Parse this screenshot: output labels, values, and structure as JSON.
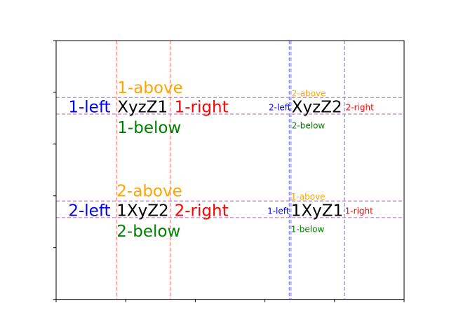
{
  "chart_data": {
    "type": "scatter",
    "title": "",
    "xlabel": "",
    "ylabel": "",
    "xlim": [
      0,
      1
    ],
    "ylim": [
      0,
      1
    ],
    "xtick_values": [
      0,
      0.2,
      0.4,
      0.6,
      0.8,
      1.0
    ],
    "ytick_values": [
      0,
      0.2,
      0.4,
      0.6,
      0.8,
      1.0
    ],
    "tick_labels_visible": false,
    "grid": false,
    "annotations": [
      {
        "id": "a1",
        "text": "XyzZ1",
        "color": "#000000",
        "size": "large",
        "x": 0.176,
        "y": 0.74
      },
      {
        "id": "a2",
        "text": "1XyZ2",
        "color": "#000000",
        "size": "large",
        "x": 0.174,
        "y": 0.34
      },
      {
        "id": "b1",
        "text": "XyzZ2",
        "color": "#000000",
        "size": "large",
        "x": 0.677,
        "y": 0.74
      },
      {
        "id": "b2",
        "text": "1XyZ1",
        "color": "#000000",
        "size": "large",
        "x": 0.675,
        "y": 0.34
      }
    ],
    "labels": [
      {
        "text": "1-above",
        "color": "#ffa500",
        "size": "large",
        "x": 0.176,
        "y": 0.815
      },
      {
        "text": "1-left",
        "color": "#0000ff",
        "size": "large",
        "x": 0.035,
        "y": 0.74
      },
      {
        "text": "1-right",
        "color": "#ff0000",
        "size": "large",
        "x": 0.34,
        "y": 0.74
      },
      {
        "text": "1-below",
        "color": "#008000",
        "size": "large",
        "x": 0.176,
        "y": 0.66
      },
      {
        "text": "2-above",
        "color": "#ffa500",
        "size": "large",
        "x": 0.174,
        "y": 0.415
      },
      {
        "text": "2-left",
        "color": "#0000ff",
        "size": "large",
        "x": 0.035,
        "y": 0.34
      },
      {
        "text": "2-right",
        "color": "#ff0000",
        "size": "large",
        "x": 0.34,
        "y": 0.34
      },
      {
        "text": "2-below",
        "color": "#008000",
        "size": "large",
        "x": 0.174,
        "y": 0.26
      },
      {
        "text": "2-above",
        "color": "#ffa500",
        "size": "small",
        "x": 0.677,
        "y": 0.795
      },
      {
        "text": "2-left",
        "color": "#0000ff",
        "size": "small",
        "x": 0.611,
        "y": 0.74
      },
      {
        "text": "2-right",
        "color": "#ff0000",
        "size": "small",
        "x": 0.832,
        "y": 0.74
      },
      {
        "text": "2-below",
        "color": "#008000",
        "size": "small",
        "x": 0.677,
        "y": 0.67
      },
      {
        "text": "1-above",
        "color": "#ffa500",
        "size": "small",
        "x": 0.675,
        "y": 0.395
      },
      {
        "text": "1-left",
        "color": "#0000ff",
        "size": "small",
        "x": 0.607,
        "y": 0.34
      },
      {
        "text": "1-right",
        "color": "#ff0000",
        "size": "small",
        "x": 0.83,
        "y": 0.34
      },
      {
        "text": "1-below",
        "color": "#008000",
        "size": "small",
        "x": 0.675,
        "y": 0.27
      }
    ],
    "reference_lines": [
      {
        "orientation": "vertical",
        "value": 0.174,
        "color": "#ff7f7f"
      },
      {
        "orientation": "vertical",
        "value": 0.328,
        "color": "#ff7f7f"
      },
      {
        "orientation": "vertical",
        "value": 0.67,
        "color": "#7f7fff"
      },
      {
        "orientation": "vertical",
        "value": 0.675,
        "color": "#7f7fff"
      },
      {
        "orientation": "vertical",
        "value": 0.829,
        "color": "#7f7fff"
      },
      {
        "orientation": "horizontal",
        "value": 0.78,
        "color": "#bf7fbf"
      },
      {
        "orientation": "horizontal",
        "value": 0.716,
        "color": "#bf7fbf"
      },
      {
        "orientation": "horizontal",
        "value": 0.38,
        "color": "#bf7fbf"
      },
      {
        "orientation": "horizontal",
        "value": 0.316,
        "color": "#bf7fbf"
      }
    ]
  }
}
